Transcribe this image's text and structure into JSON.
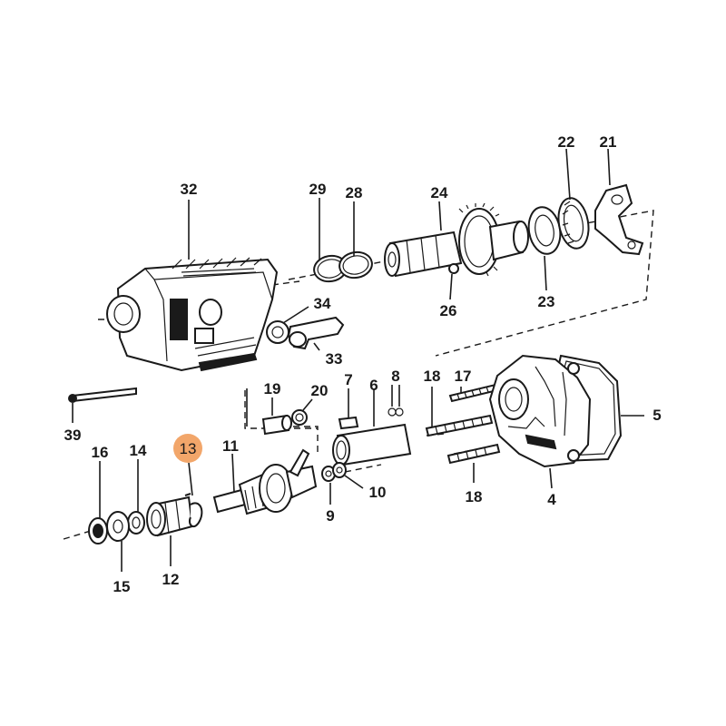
{
  "diagram": {
    "highlight_color": "#f2a66a",
    "highlighted_part": "13",
    "parts": [
      {
        "id": "p4",
        "label": "4"
      },
      {
        "id": "p5",
        "label": "5"
      },
      {
        "id": "p6",
        "label": "6"
      },
      {
        "id": "p7",
        "label": "7"
      },
      {
        "id": "p8",
        "label": "8"
      },
      {
        "id": "p9",
        "label": "9"
      },
      {
        "id": "p10",
        "label": "10"
      },
      {
        "id": "p11",
        "label": "11"
      },
      {
        "id": "p12",
        "label": "12"
      },
      {
        "id": "p13",
        "label": "13"
      },
      {
        "id": "p14",
        "label": "14"
      },
      {
        "id": "p15",
        "label": "15"
      },
      {
        "id": "p16",
        "label": "16"
      },
      {
        "id": "p17",
        "label": "17"
      },
      {
        "id": "p18a",
        "label": "18"
      },
      {
        "id": "p18b",
        "label": "18"
      },
      {
        "id": "p19",
        "label": "19"
      },
      {
        "id": "p20",
        "label": "20"
      },
      {
        "id": "p21",
        "label": "21"
      },
      {
        "id": "p22",
        "label": "22"
      },
      {
        "id": "p23",
        "label": "23"
      },
      {
        "id": "p24",
        "label": "24"
      },
      {
        "id": "p26",
        "label": "26"
      },
      {
        "id": "p28",
        "label": "28"
      },
      {
        "id": "p29",
        "label": "29"
      },
      {
        "id": "p32",
        "label": "32"
      },
      {
        "id": "p33",
        "label": "33"
      },
      {
        "id": "p34",
        "label": "34"
      },
      {
        "id": "p39",
        "label": "39"
      }
    ]
  }
}
